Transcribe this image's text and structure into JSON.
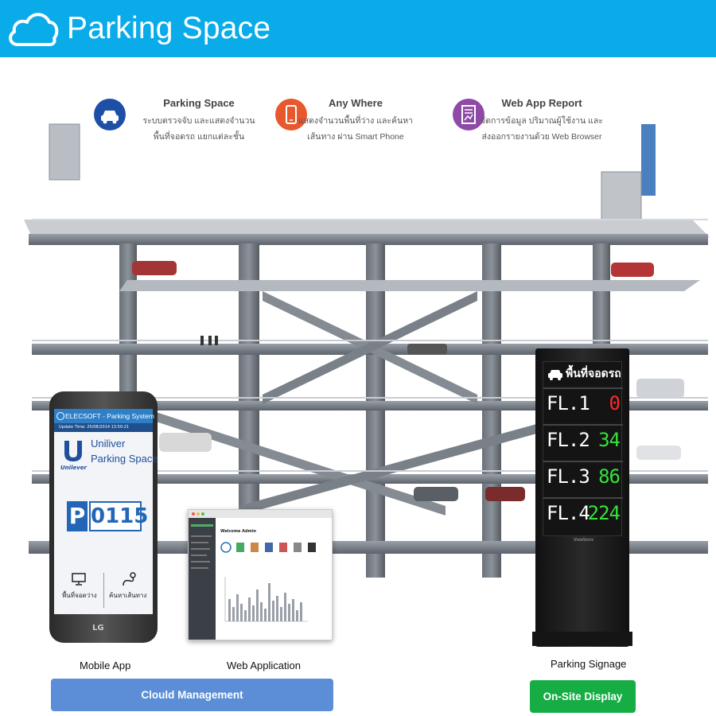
{
  "header": {
    "title": "Parking Space",
    "icon": "cloud-icon",
    "bg_color": "#0aabe9"
  },
  "features": [
    {
      "icon": "car-icon",
      "color": "#1e4fa6",
      "title": "Parking Space",
      "lines": [
        "ระบบตรวจจับ และแสดงจำนวน",
        "พื้นที่จอดรถ แยกแต่ละชั้น"
      ]
    },
    {
      "icon": "smartphone-icon",
      "color": "#e8582c",
      "title": "Any Where",
      "lines": [
        "แสดงจำนวนพื้นที่ว่าง และค้นหา",
        "เส้นทาง ผ่าน Smart Phone"
      ]
    },
    {
      "icon": "report-icon",
      "color": "#8e4aa6",
      "title": "Web App Report",
      "lines": [
        "จัดการข้อมูล ปริมาณผู้ใช้งาน และ",
        "ส่งออกรายงานด้วย Web Browser"
      ]
    }
  ],
  "mobile_app": {
    "app_title": "ELECSOFT - Parking System",
    "update_time": "Update Time: 25/08/2014 13:50:21",
    "brand_word": "Unilever",
    "brand_line1": "Uniliver",
    "brand_line2": "Parking Space",
    "parking_letter": "P",
    "parking_number": "0115",
    "nav_free": "พื้นที่จอดว่าง",
    "nav_route": "ค้นหาเส้นทาง",
    "device_brand": "LG"
  },
  "web_app": {
    "welcome": "Welcome Admin"
  },
  "signage": {
    "heading": "พื้นที่จอดรถ",
    "floors": [
      {
        "floor": "FL.1",
        "value": "0",
        "color": "#ff2a2a"
      },
      {
        "floor": "FL.2",
        "value": "34",
        "color": "#35e33a"
      },
      {
        "floor": "FL.3",
        "value": "86",
        "color": "#35e33a"
      },
      {
        "floor": "FL.4",
        "value": "224",
        "color": "#35e33a"
      }
    ],
    "brand": "ViewSonic"
  },
  "labels": {
    "mobile_app": "Mobile App",
    "web_application": "Web Application",
    "parking_signage": "Parking Signage"
  },
  "buttons": {
    "cloud_management": "Clould Management",
    "on_site_display": "On-Site Display"
  },
  "colors": {
    "cloud_button": "#5b8ed6",
    "onsite_button": "#16ad44"
  }
}
